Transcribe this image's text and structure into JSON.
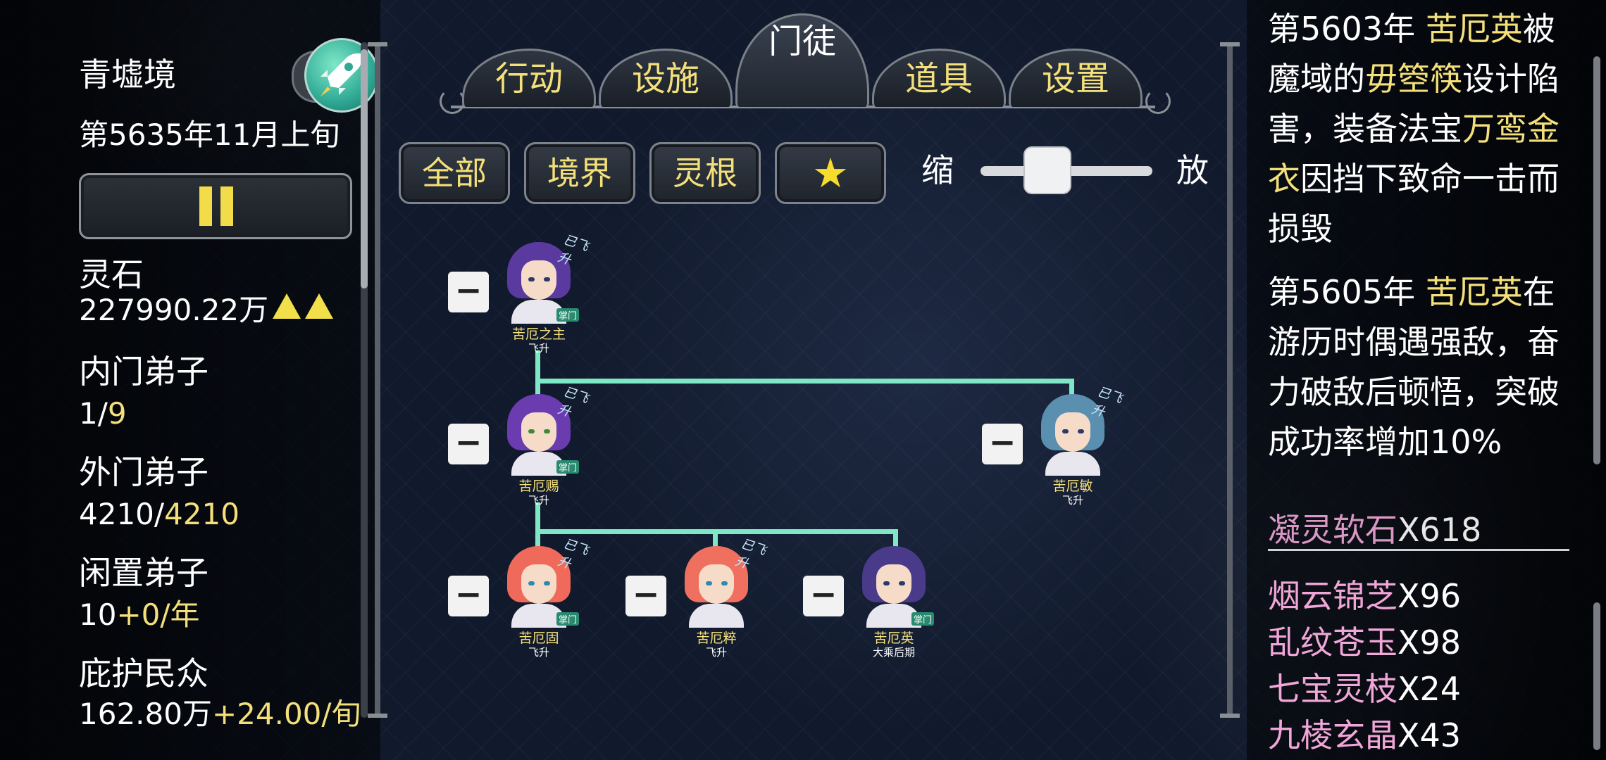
{
  "sidebar": {
    "realm": "青墟境",
    "date": "第5635年11月上旬",
    "stats": {
      "spirit_stone_label": "灵石",
      "spirit_stone_value": "227990.22万",
      "inner_label": "内门弟子",
      "inner_current": "1/",
      "inner_max": "9",
      "outer_label": "外门弟子",
      "outer_current": "4210/",
      "outer_max": "4210",
      "idle_label": "闲置弟子",
      "idle_current": "10",
      "idle_rate": "+0/年",
      "protected_label": "庇护民众",
      "protected_current": "162.80万",
      "protected_rate": "+24.00/旬"
    }
  },
  "tabs": [
    "行动",
    "设施",
    "门徒",
    "道具",
    "设置"
  ],
  "filters": [
    "全部",
    "境界",
    "灵根"
  ],
  "zoom": {
    "out_label": "缩",
    "in_label": "放",
    "level": 0.35
  },
  "tree": {
    "ascended_tag": "已飞升",
    "sect_badge": "掌门",
    "nodes": [
      {
        "name": "苦厄之主",
        "stage": "飞升"
      },
      {
        "name": "苦厄赐",
        "stage": "飞升"
      },
      {
        "name": "苦厄敏",
        "stage": "飞升"
      },
      {
        "name": "苦厄固",
        "stage": "飞升"
      },
      {
        "name": "苦厄粹",
        "stage": "飞升"
      },
      {
        "name": "苦厄英",
        "stage": "大乘后期"
      }
    ]
  },
  "events": {
    "e1": {
      "year": "第5603年 ",
      "name": "苦厄英",
      "t1": "被魔域的",
      "enemy": "毋箜筷",
      "t2": "设计陷害，装备法宝",
      "item": "万鸾金衣",
      "t3": "因挡下致命一击而损毁"
    },
    "e2": {
      "year": "第5605年 ",
      "name": "苦厄英",
      "t1": "在游历时偶遇强敌，奋力破敌后顿悟，突破成功率增加10%"
    }
  },
  "inventory": [
    {
      "name": "凝灵软石",
      "qty": "X618"
    },
    {
      "name": "烟云锦芝",
      "qty": "X96"
    },
    {
      "name": "乱纹苍玉",
      "qty": "X98"
    },
    {
      "name": "七宝灵枝",
      "qty": "X24"
    },
    {
      "name": "九棱玄晶",
      "qty": "X43"
    }
  ],
  "colors": {
    "highlight": "#f4e07a",
    "tree_line": "#7ee8c6",
    "item": "#f0a6d8"
  }
}
